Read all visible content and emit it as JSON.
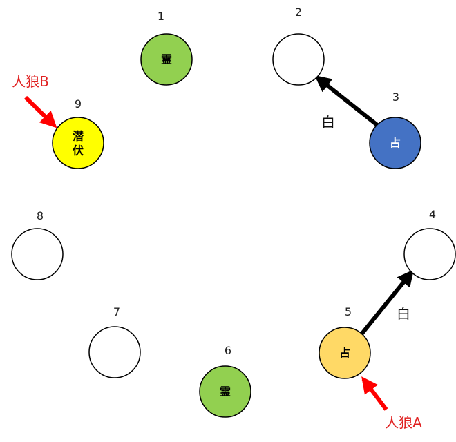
{
  "colors": {
    "medium": "#92d050",
    "seer_wolf": "#ffd966",
    "seer": "#4472c4",
    "latent": "#ffff00",
    "plain": "#ffffff",
    "stroke": "#000000",
    "arrow": "#000000",
    "wolf_arrow": "#ff0000",
    "wolf_text": "#e02020",
    "seer_text": "#ffffff",
    "role_text": "#000000"
  },
  "players": [
    {
      "number": "1",
      "role": "霊",
      "kind": "medium"
    },
    {
      "number": "2",
      "role": "",
      "kind": "plain"
    },
    {
      "number": "3",
      "role": "占",
      "kind": "seer"
    },
    {
      "number": "4",
      "role": "",
      "kind": "plain"
    },
    {
      "number": "5",
      "role": "占",
      "kind": "seer_wolf"
    },
    {
      "number": "6",
      "role": "霊",
      "kind": "medium"
    },
    {
      "number": "7",
      "role": "",
      "kind": "plain"
    },
    {
      "number": "8",
      "role": "",
      "kind": "plain"
    },
    {
      "number": "9",
      "role": "潜伏",
      "kind": "latent"
    }
  ],
  "divinations": [
    {
      "from": "3",
      "to": "2",
      "result": "白"
    },
    {
      "from": "5",
      "to": "4",
      "result": "白"
    }
  ],
  "wolves": [
    {
      "label": "人狼B",
      "target": "9"
    },
    {
      "label": "人狼A",
      "target": "5"
    }
  ]
}
